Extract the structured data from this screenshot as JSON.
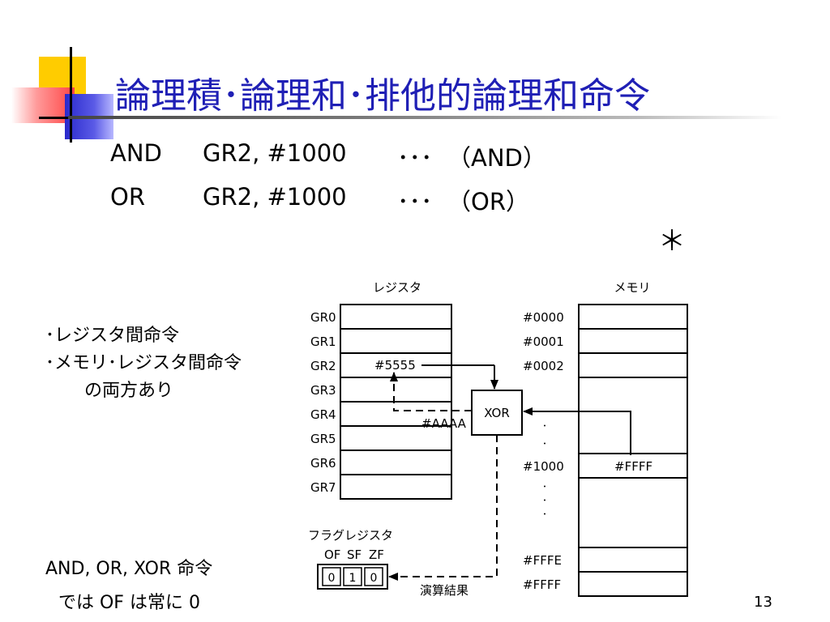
{
  "slide": {
    "title": "論理積･論理和･排他的論理和命令",
    "page_number": "13",
    "asterisk": "＊"
  },
  "code_lines": [
    {
      "op": "AND",
      "operand": "GR2,  #1000",
      "dots": "･･･",
      "comment": "（AND）"
    },
    {
      "op": "OR",
      "operand": "GR2,  #1000",
      "dots": "･･･",
      "comment": "（OR）"
    }
  ],
  "notes": {
    "line1": "･レジスタ間命令",
    "line2": "･メモリ･レジスタ間命令",
    "line3": "の両方あり"
  },
  "footer_note": {
    "line1": "AND, OR, XOR 命令",
    "line2": "では OF は常に 0"
  },
  "diagram": {
    "register_title": "レジスタ",
    "memory_title": "メモリ",
    "registers": [
      "GR0",
      "GR1",
      "GR2",
      "GR3",
      "GR4",
      "GR5",
      "GR6",
      "GR7"
    ],
    "register_value": "#5555",
    "xor_label": "XOR",
    "xor_operand": "#AAAA",
    "memory_addresses_top": [
      "#0000",
      "#0001",
      "#0002"
    ],
    "memory_address_mid": "#1000",
    "memory_value_mid": "#FFFF",
    "memory_addresses_bottom": [
      "#FFFE",
      "#FFFF"
    ],
    "ellipsis_dot": "･",
    "flag_title": "フラグレジスタ",
    "flag_names": [
      "OF",
      "SF",
      "ZF"
    ],
    "flag_values": [
      "0",
      "1",
      "0"
    ],
    "result_label": "演算結果"
  }
}
